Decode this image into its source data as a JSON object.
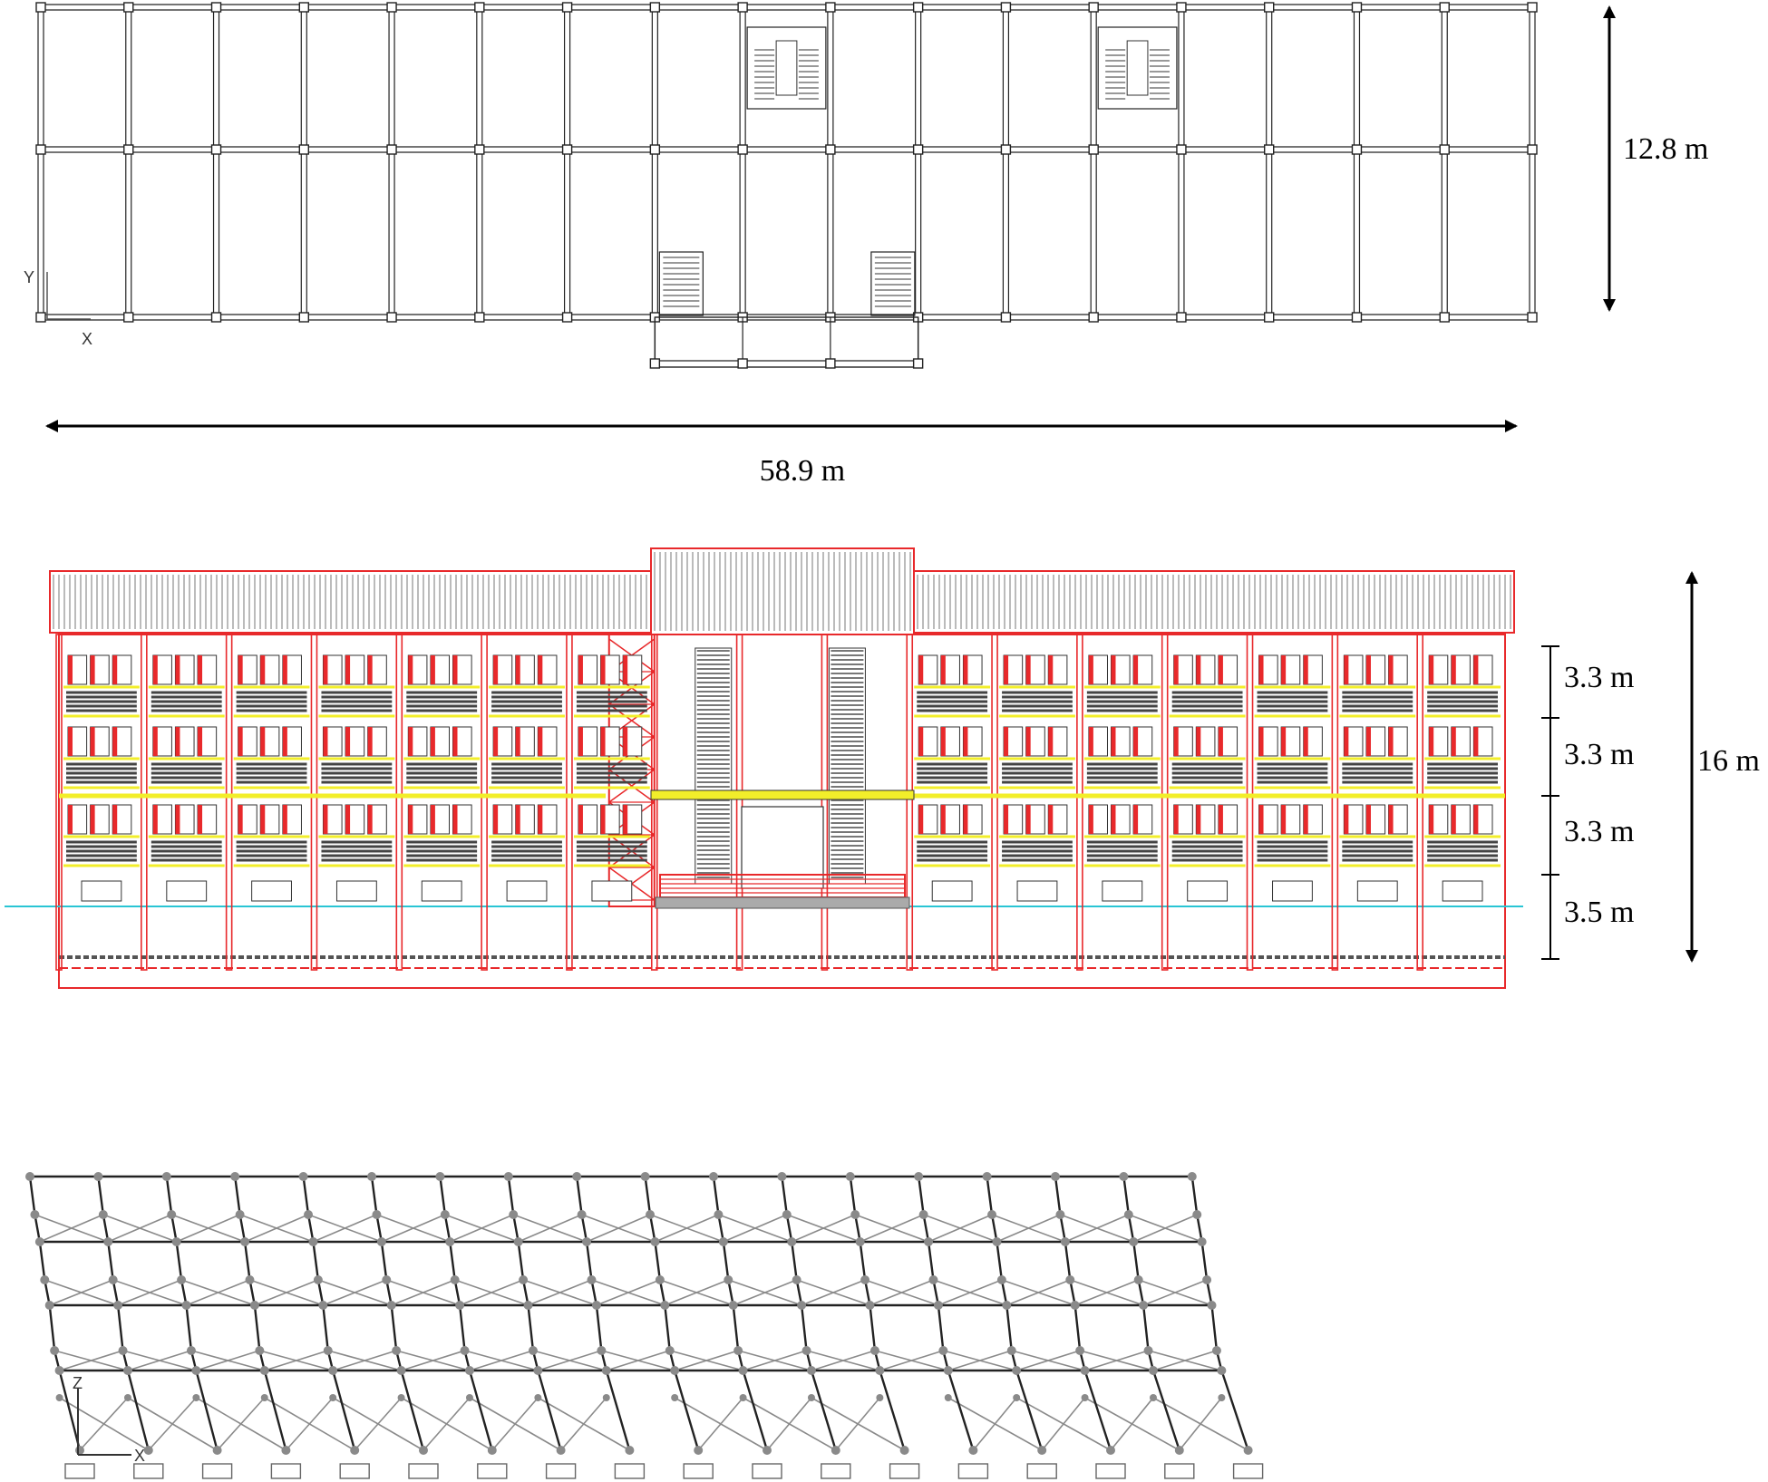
{
  "plan": {
    "width_label": "58.9 m",
    "depth_label": "12.8 m",
    "axis_y": "Y",
    "axis_x": "X",
    "bays": 17,
    "stair_bays": [
      7,
      11
    ]
  },
  "elevation": {
    "total_height_label": "16 m",
    "storey_labels": [
      "3.3 m",
      "3.3 m",
      "3.3 m",
      "3.5 m"
    ],
    "colors": {
      "frame": "#e8292b",
      "glazing": "#444444",
      "band": "#f2ee2a",
      "ground": "#29c5d4",
      "roof": "#777777"
    }
  },
  "model": {
    "axis_z": "Z",
    "axis_x": "X",
    "colors": {
      "member": "#222222",
      "brace": "#8a8a8a",
      "node": "#8a8a8a"
    }
  }
}
